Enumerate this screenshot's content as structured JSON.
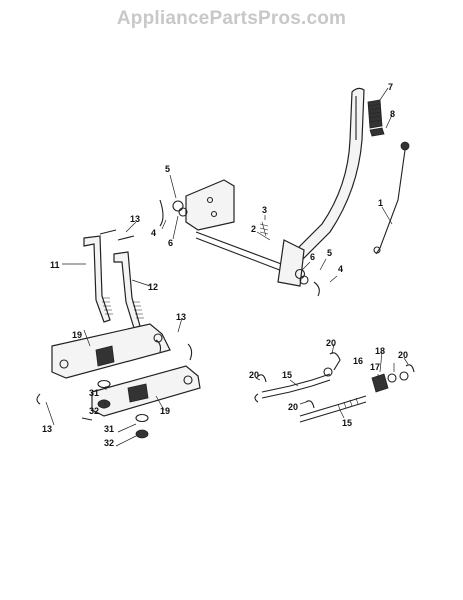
{
  "watermark": "AppliancePartsPros.com",
  "callouts": [
    {
      "id": "c1",
      "text": "1"
    },
    {
      "id": "c2",
      "text": "2"
    },
    {
      "id": "c3",
      "text": "3"
    },
    {
      "id": "c4a",
      "text": "4"
    },
    {
      "id": "c4b",
      "text": "4"
    },
    {
      "id": "c5a",
      "text": "5"
    },
    {
      "id": "c5b",
      "text": "5"
    },
    {
      "id": "c6a",
      "text": "6"
    },
    {
      "id": "c6b",
      "text": "6"
    },
    {
      "id": "c7",
      "text": "7"
    },
    {
      "id": "c8",
      "text": "8"
    },
    {
      "id": "c11",
      "text": "11"
    },
    {
      "id": "c12",
      "text": "12"
    },
    {
      "id": "c13a",
      "text": "13"
    },
    {
      "id": "c13b",
      "text": "13"
    },
    {
      "id": "c13c",
      "text": "13"
    },
    {
      "id": "c15a",
      "text": "15"
    },
    {
      "id": "c15b",
      "text": "15"
    },
    {
      "id": "c16",
      "text": "16"
    },
    {
      "id": "c17",
      "text": "17"
    },
    {
      "id": "c18",
      "text": "18"
    },
    {
      "id": "c19a",
      "text": "19"
    },
    {
      "id": "c19b",
      "text": "19"
    },
    {
      "id": "c20a",
      "text": "20"
    },
    {
      "id": "c20b",
      "text": "20"
    },
    {
      "id": "c20c",
      "text": "20"
    },
    {
      "id": "c20d",
      "text": "20"
    },
    {
      "id": "c31a",
      "text": "31"
    },
    {
      "id": "c31b",
      "text": "31"
    },
    {
      "id": "c32a",
      "text": "32"
    },
    {
      "id": "c32b",
      "text": "32"
    }
  ]
}
